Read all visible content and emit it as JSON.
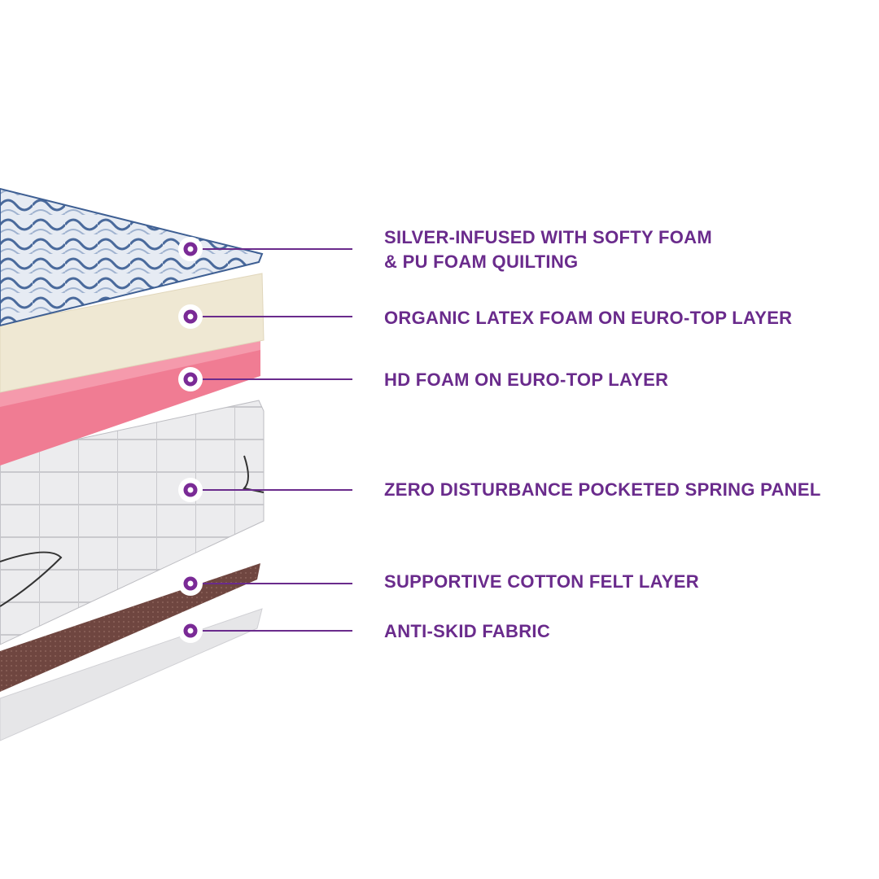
{
  "colors": {
    "accent": "#6a2b8c",
    "marker_ring": "#7a2a96"
  },
  "layers": [
    {
      "line1": "SILVER-INFUSED WITH SOFTY FOAM",
      "line2": "& PU FOAM QUILTING"
    },
    {
      "line1": "ORGANIC LATEX FOAM ON EURO-TOP LAYER"
    },
    {
      "line1": "HD FOAM ON EURO-TOP LAYER"
    },
    {
      "line1": "ZERO DISTURBANCE POCKETED SPRING PANEL"
    },
    {
      "line1": "SUPPORTIVE COTTON FELT LAYER"
    },
    {
      "line1": "ANTI-SKID FABRIC"
    }
  ]
}
